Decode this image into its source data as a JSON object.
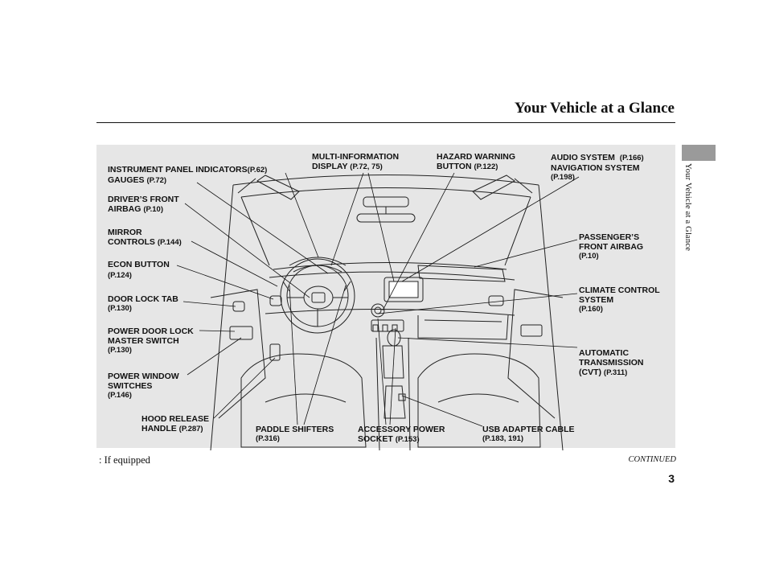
{
  "header": {
    "title": "Your Vehicle at a Glance"
  },
  "side_tab": {
    "label": "Your Vehicle at a Glance"
  },
  "labels": {
    "instrument": {
      "line1": "INSTRUMENT PANEL INDICATORS",
      "line1_ref": "(P.62)",
      "line2": "GAUGES",
      "line2_ref": "(P.72)"
    },
    "driver_airbag": {
      "line1": "DRIVER’S FRONT",
      "line2": "AIRBAG",
      "ref": "(P.10)"
    },
    "mirror": {
      "line1": "MIRROR",
      "line2": "CONTROLS",
      "ref": "(P.144)"
    },
    "econ": {
      "line1": "ECON BUTTON",
      "ref": "(P.124)"
    },
    "door_lock_tab": {
      "line1": "DOOR LOCK TAB",
      "ref": "(P.130)"
    },
    "power_door_lock": {
      "line1": "POWER DOOR LOCK",
      "line2": "MASTER SWITCH",
      "ref": "(P.130)"
    },
    "power_window": {
      "line1": "POWER WINDOW",
      "line2": "SWITCHES",
      "ref": "(P.146)"
    },
    "hood": {
      "line1": "HOOD RELEASE",
      "line2": "HANDLE",
      "ref": "(P.287)"
    },
    "paddle": {
      "line1": "PADDLE SHIFTERS",
      "ref": "(P.316)"
    },
    "accessory": {
      "line1": "ACCESSORY POWER",
      "line2": "SOCKET",
      "ref": "(P.153)"
    },
    "usb": {
      "line1": "USB ADAPTER CABLE",
      "ref": "(P.183, 191)"
    },
    "mid": {
      "line1": "MULTI-INFORMATION",
      "line2": "DISPLAY",
      "ref": "(P.72, 75)"
    },
    "hazard": {
      "line1": "HAZARD WARNING",
      "line2": "BUTTON",
      "ref": "(P.122)"
    },
    "audio": {
      "line1": "AUDIO SYSTEM",
      "line1_ref": "(P.166)",
      "line2": "NAVIGATION SYSTEM",
      "line3_ref": "(P.198)"
    },
    "passenger_airbag": {
      "line1": "PASSENGER’S",
      "line2": "FRONT AIRBAG",
      "ref": "(P.10)"
    },
    "climate": {
      "line1": "CLIMATE CONTROL",
      "line2": "SYSTEM",
      "ref": "(P.160)"
    },
    "transmission": {
      "line1": "AUTOMATIC",
      "line2": "TRANSMISSION",
      "line3": "(CVT)",
      "ref": "(P.311)"
    }
  },
  "footer": {
    "note": ":  If equipped",
    "continued": "CONTINUED",
    "page_number": "3"
  }
}
